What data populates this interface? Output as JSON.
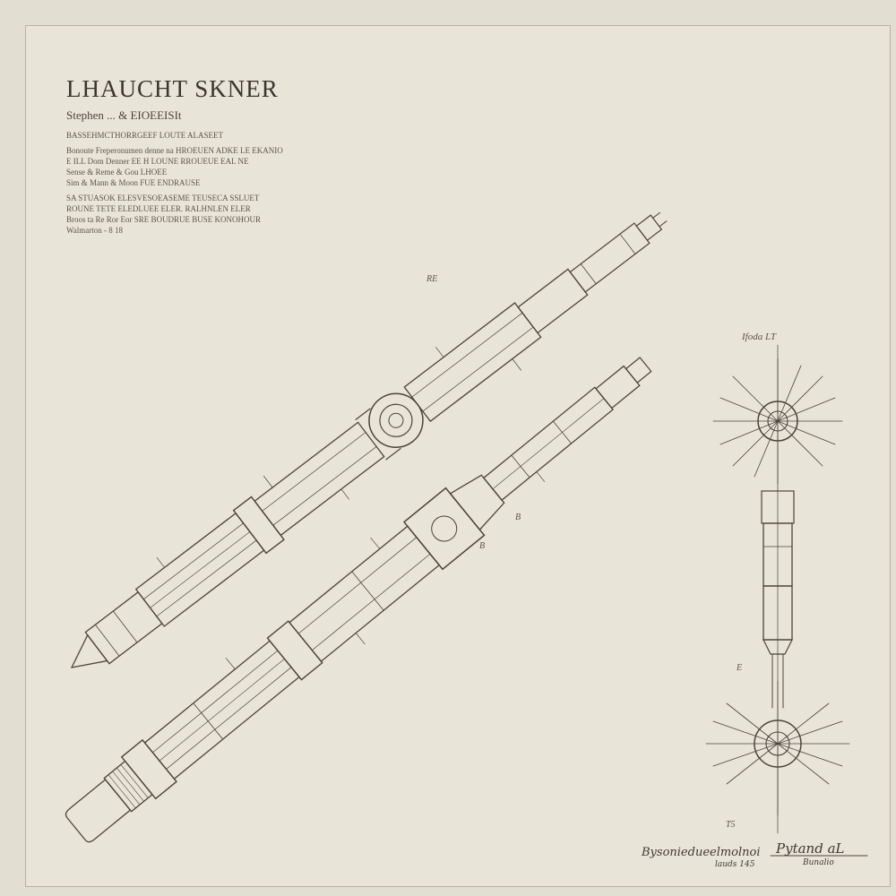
{
  "sheet": {
    "title": "LHAUCHT SKNER",
    "subtitle": "Stephen ... & EIOEEISIt",
    "notes": [
      "BASSEHMCTHORRGEEF LOUTE ALASEET",
      "Bonoute Freperonumen denne   na HROEUEN ADKE LE EKANIO",
      "E ILL Dom Denner EE H LOUNE RROUEUE EAL NE",
      "Sense & Reme & Gou     LHOEE",
      "Sim & Mann & Moon    FUE ENDRAUSE",
      "SA STUASOK ELESVESOEASEME TEUSECA SSLUET",
      "ROUNE TETE ELEDLUEE ELER. RALHNLEN ELER",
      "Broos ta Re Ror Eor SRE BOUDRUE BUSE KONOHOUR",
      "Walmarton - 8 18"
    ],
    "labels": [
      "Ifoda LT",
      "RE",
      "B",
      "B",
      "T5",
      "E"
    ],
    "signature_left": "Bysoniedueelmolnoi",
    "signature_left_sub": "lauds 145",
    "signature_right": "Pytand aL",
    "signature_right_sub": "Bunalio"
  },
  "colors": {
    "paper": "#e9e4d8",
    "ink": "#4a443b",
    "frame": "#cfc9bd"
  }
}
